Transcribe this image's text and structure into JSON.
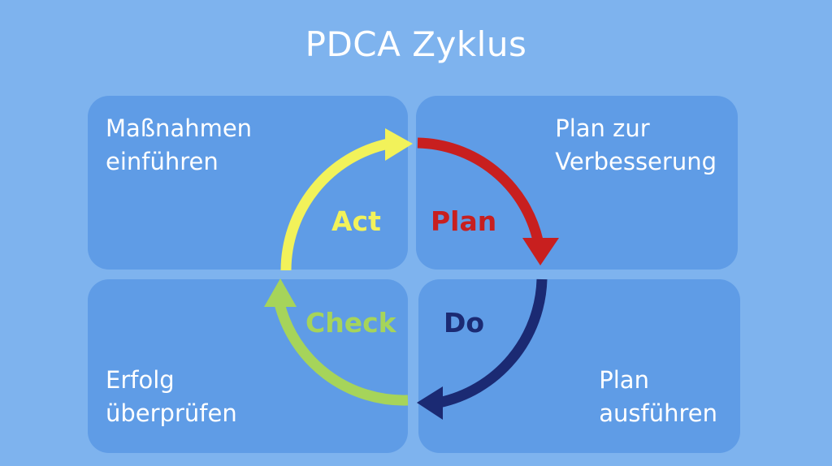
{
  "title": "PDCA Zyklus",
  "quadrants": {
    "top_left": [
      "Maßnahmen",
      "einführen"
    ],
    "top_right": [
      "Plan zur",
      "Verbesserung"
    ],
    "bottom_left": [
      "Erfolg",
      "überprüfen"
    ],
    "bottom_right": [
      "Plan",
      "ausführen"
    ]
  },
  "phases": {
    "act": "Act",
    "plan": "Plan",
    "do": "Do",
    "check": "Check"
  },
  "colors": {
    "background": "#7eb3ee",
    "quadrant": "#5f9ce6",
    "plan": "#c81f1f",
    "do": "#1b2a73",
    "check": "#a6d45a",
    "act": "#f2f25a",
    "text": "#ffffff"
  }
}
